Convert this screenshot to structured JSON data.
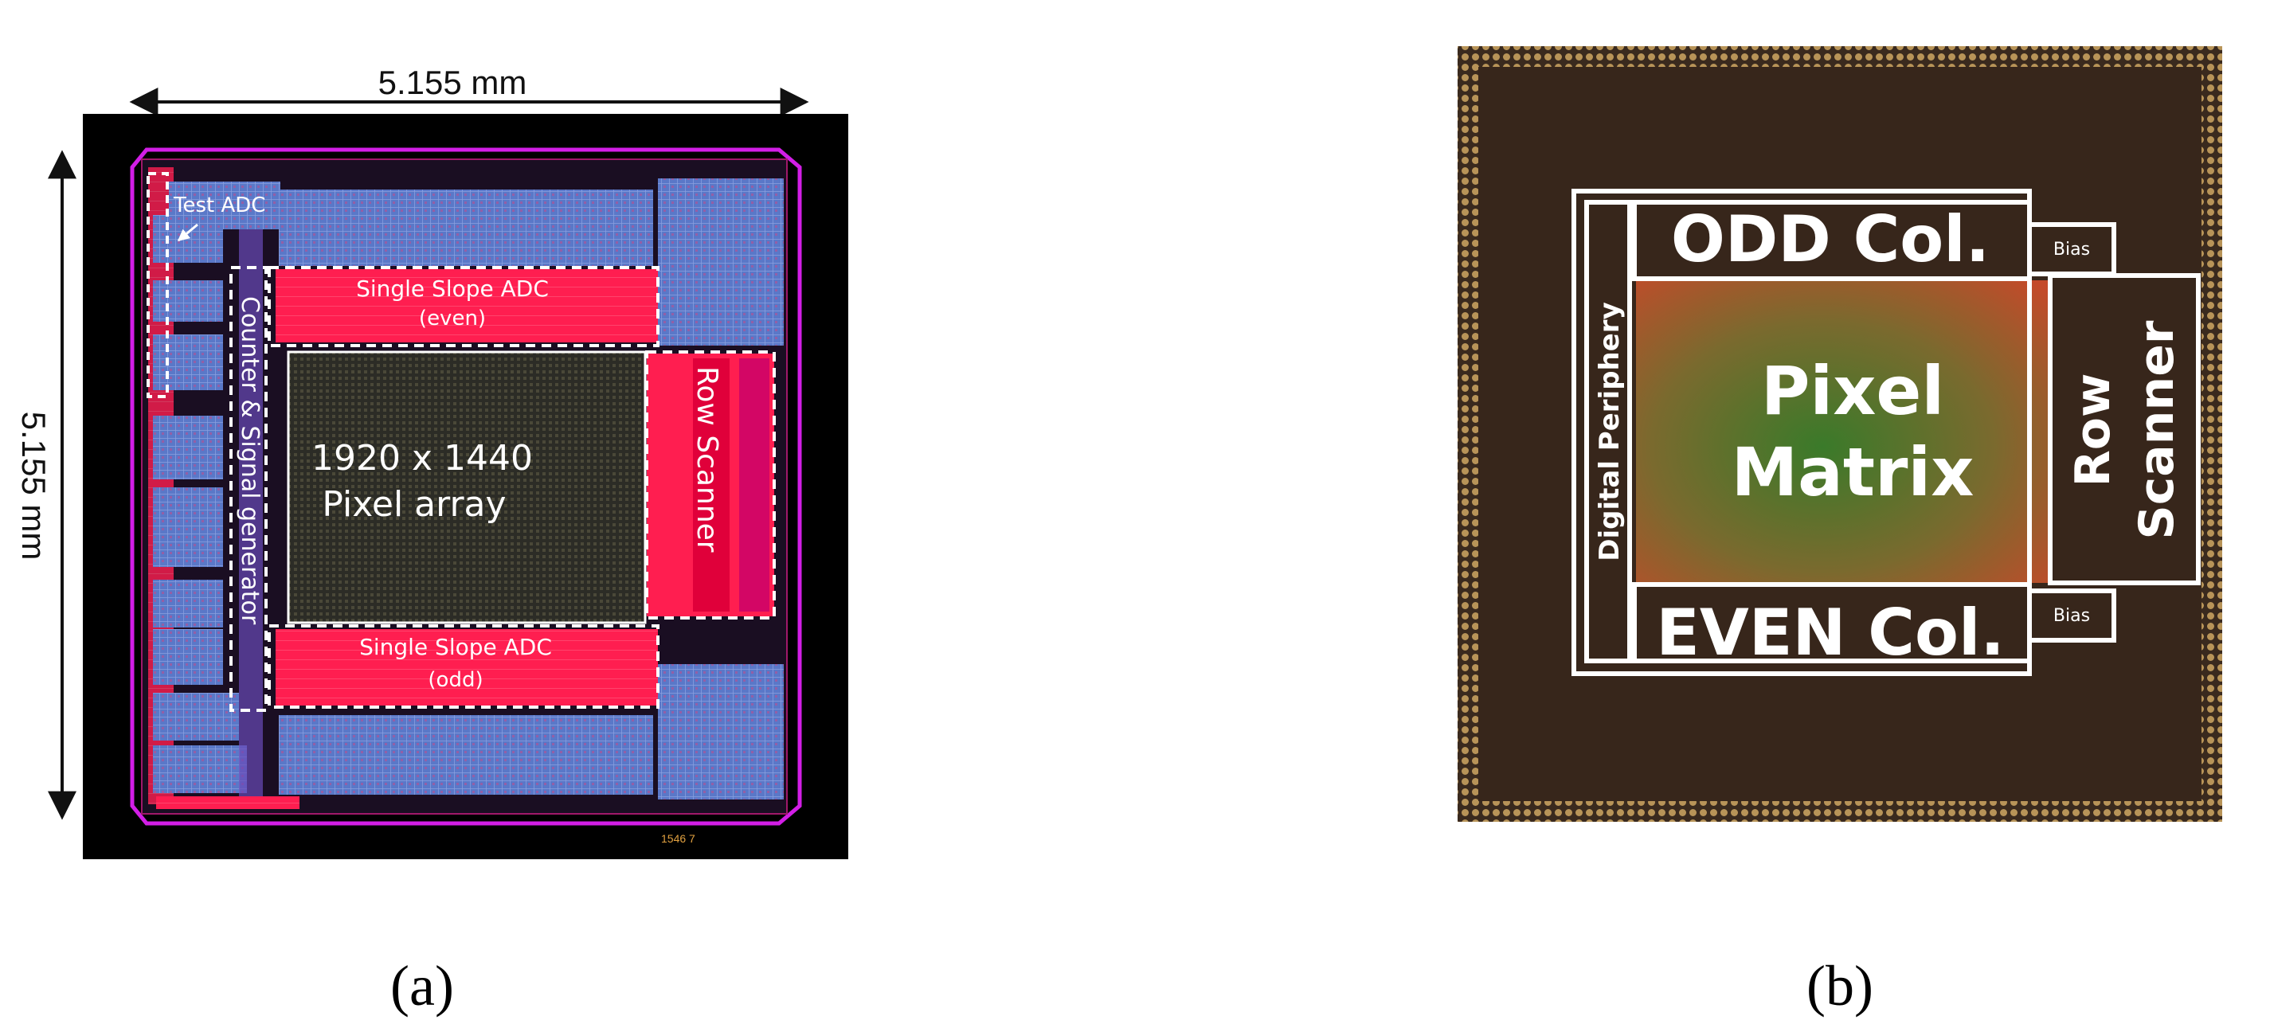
{
  "panel_a": {
    "width_label": "5.155 mm",
    "height_label": "5.155 mm",
    "test_adc": "Test ADC",
    "adc_even_title": "Single Slope ADC",
    "adc_even_sub": "(even)",
    "adc_odd_title": "Single Slope ADC",
    "adc_odd_sub": "(odd)",
    "pixel_array_line1": "1920 x 1440",
    "pixel_array_line2": "Pixel array",
    "row_scanner": "Row Scanner",
    "counter": "Counter & Signal generator",
    "marker_text": "1546  7",
    "caption": "(a)",
    "colors": {
      "frame": "#000000",
      "outline": "#d21ee6",
      "red": "#ff1e50",
      "blue": "#5a78c8",
      "pixel": "#2e2e28"
    }
  },
  "panel_b": {
    "odd_col": "ODD Col.",
    "even_col": "EVEN Col.",
    "pixel_line1": "Pixel",
    "pixel_line2": "Matrix",
    "row_line1": "Row",
    "row_line2": "Scanner",
    "digital_periphery": "Digital Periphery",
    "bias_top": "Bias",
    "bias_bottom": "Bias",
    "caption": "(b)",
    "colors": {
      "die": "#3a2a1e",
      "pads": "#b89458",
      "box": "#ffffff",
      "matrix": "#5a6a2a"
    }
  }
}
